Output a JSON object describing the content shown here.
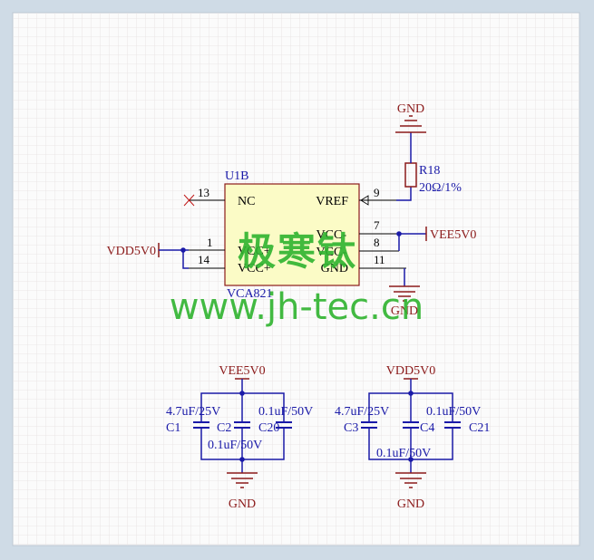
{
  "ic": {
    "refdes": "U1B",
    "part": "VCA821",
    "pins": {
      "p13": {
        "num": "13",
        "name": "NC"
      },
      "p1": {
        "num": "1",
        "name": "VCC+"
      },
      "p14": {
        "num": "14",
        "name": "VCC+"
      },
      "p9": {
        "num": "9",
        "name": "VREF"
      },
      "p7": {
        "num": "7",
        "name": "VCC-"
      },
      "p8": {
        "num": "8",
        "name": "VCC-"
      },
      "p11": {
        "num": "11",
        "name": "GND"
      }
    }
  },
  "resistor": {
    "refdes": "R18",
    "value": "20Ω/1%"
  },
  "nets": {
    "gnd": "GND",
    "vee": "VEE5V0",
    "vdd": "VDD5V0"
  },
  "bank_left": {
    "rail": "VEE5V0",
    "gnd": "GND",
    "c1": {
      "refdes": "C1",
      "value": "4.7uF/25V"
    },
    "c2": {
      "refdes": "C2",
      "value": "0.1uF/50V"
    },
    "c20": {
      "refdes": "C20",
      "value": "0.1uF/50V"
    }
  },
  "bank_right": {
    "rail": "VDD5V0",
    "gnd": "GND",
    "c3": {
      "refdes": "C3",
      "value": "4.7uF/25V"
    },
    "c4": {
      "refdes": "C4",
      "value": "0.1uF/50V"
    },
    "c21": {
      "refdes": "C21",
      "value": "0.1uF/50V"
    }
  },
  "watermark": {
    "cn": "极寒钛",
    "url": "www.jh-tec.cn"
  },
  "colors": {
    "wire": "#1a1aa8",
    "net_label": "#8b1a1a",
    "component": "#8b1a1a",
    "ic_body": "#fbfbc6",
    "watermark": "#2fb32f",
    "grid": "#e6e1e1",
    "sheet": "#fbfbfb"
  }
}
